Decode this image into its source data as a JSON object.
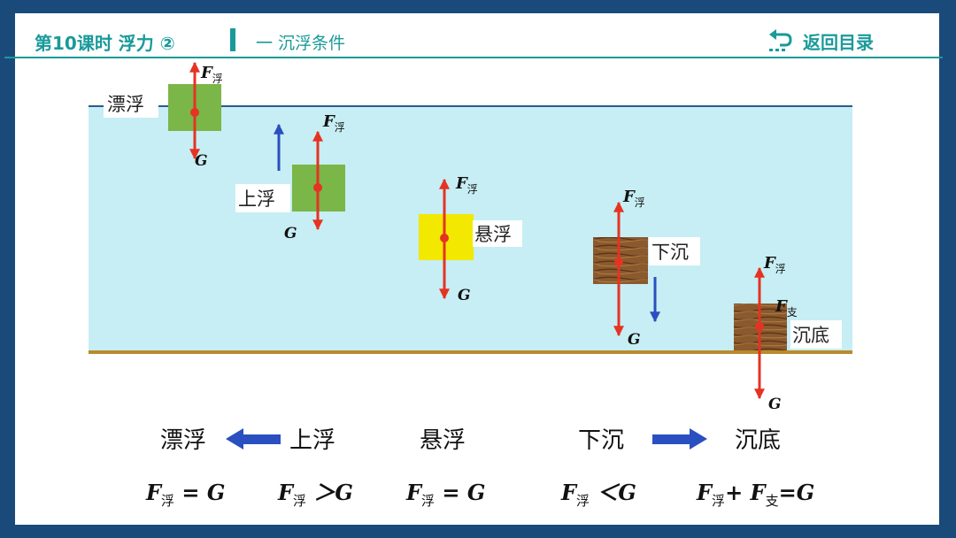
{
  "header": {
    "lesson_title": "第10课时 浮力 ②",
    "section_title": "一 沉浮条件",
    "back_label": "返回目录",
    "accent_color": "#1a9a9a"
  },
  "diagram": {
    "water_color": "#c6eef4",
    "force_arrow_color": "#e53323",
    "motion_arrow_color": "#2a4fc0",
    "states": [
      {
        "label": "漂浮",
        "block": "green"
      },
      {
        "label": "上浮",
        "block": "green"
      },
      {
        "label": "悬浮",
        "block": "yellow"
      },
      {
        "label": "下沉",
        "block": "wood"
      },
      {
        "label": "沉底",
        "block": "wood"
      }
    ],
    "force_labels": {
      "F": "F",
      "sub_float": "浮",
      "sub_support": "支",
      "G": "G"
    }
  },
  "summary": {
    "labels": [
      "漂浮",
      "上浮",
      "悬浮",
      "下沉",
      "沉底"
    ],
    "conditions": [
      {
        "pre": "F",
        "sub": "浮",
        "post": " = G"
      },
      {
        "pre": "F",
        "sub": "浮",
        "post": " ＞G"
      },
      {
        "pre": "F",
        "sub": "浮",
        "post": " = G"
      },
      {
        "pre": "F",
        "sub": "浮",
        "post": " ＜G"
      },
      {
        "pre": "F",
        "sub": "浮",
        "mid": "+ F",
        "sub2": "支",
        "post": "=G"
      }
    ]
  }
}
